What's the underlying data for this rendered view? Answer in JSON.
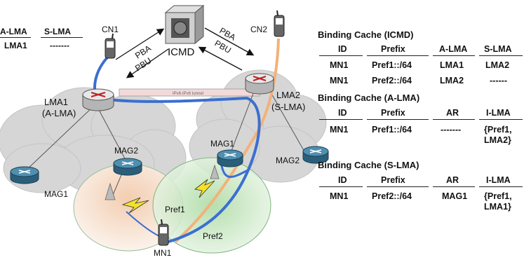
{
  "left_table": {
    "headers": [
      "A-LMA",
      "S-LMA"
    ],
    "row": [
      "LMA1",
      "-------"
    ]
  },
  "nodes": {
    "cn1": "CN1",
    "cn2": "CN2",
    "icmd": "ICMD",
    "lma1": "LMA1",
    "lma1_role": "(A-LMA)",
    "lma2": "LMA2",
    "lma2_role": "(S-LMA)",
    "mag1_left": "MAG1",
    "mag2_left": "MAG2",
    "mag1_right": "MAG1",
    "mag2_right": "MAG2",
    "mn1": "MN1",
    "pref1": "Pref1",
    "pref2": "Pref2"
  },
  "messages": {
    "pba_left": "PBA",
    "pbu_left": "PBU",
    "pba_right": "PBA",
    "pbu_right": "PBU",
    "tunnel": "IPv6-IPv6 tunnel"
  },
  "tables": [
    {
      "title": "Binding Cache (ICMD)",
      "headers": [
        "ID",
        "Prefix",
        "A-LMA",
        "S-LMA"
      ],
      "rows": [
        [
          "MN1",
          "Pref1::/64",
          "LMA1",
          "LMA2"
        ],
        [
          "MN1",
          "Pref2::/64",
          "LMA2",
          "------"
        ]
      ]
    },
    {
      "title": "Binding Cache (A-LMA)",
      "headers": [
        "ID",
        "Prefix",
        "AR",
        "I-LMA"
      ],
      "rows": [
        [
          "MN1",
          "Pref1::/64",
          "-------",
          "{Pref1,\nLMA2}"
        ]
      ]
    },
    {
      "title": "Binding Cache (S-LMA)",
      "headers": [
        "ID",
        "Prefix",
        "AR",
        "I-LMA"
      ],
      "rows": [
        [
          "MN1",
          "Pref2::/64",
          "MAG1",
          "{Pref1,\nLMA1}"
        ]
      ]
    }
  ],
  "colors": {
    "cloud": "#d4d4d4",
    "blue_path": "#3b6fd0",
    "orange_path": "#f2b27a",
    "router": "#2f6f8f",
    "cell_left": "#f6e2d2",
    "cell_right": "#d6ecd2",
    "lightning": "#f0e020"
  }
}
